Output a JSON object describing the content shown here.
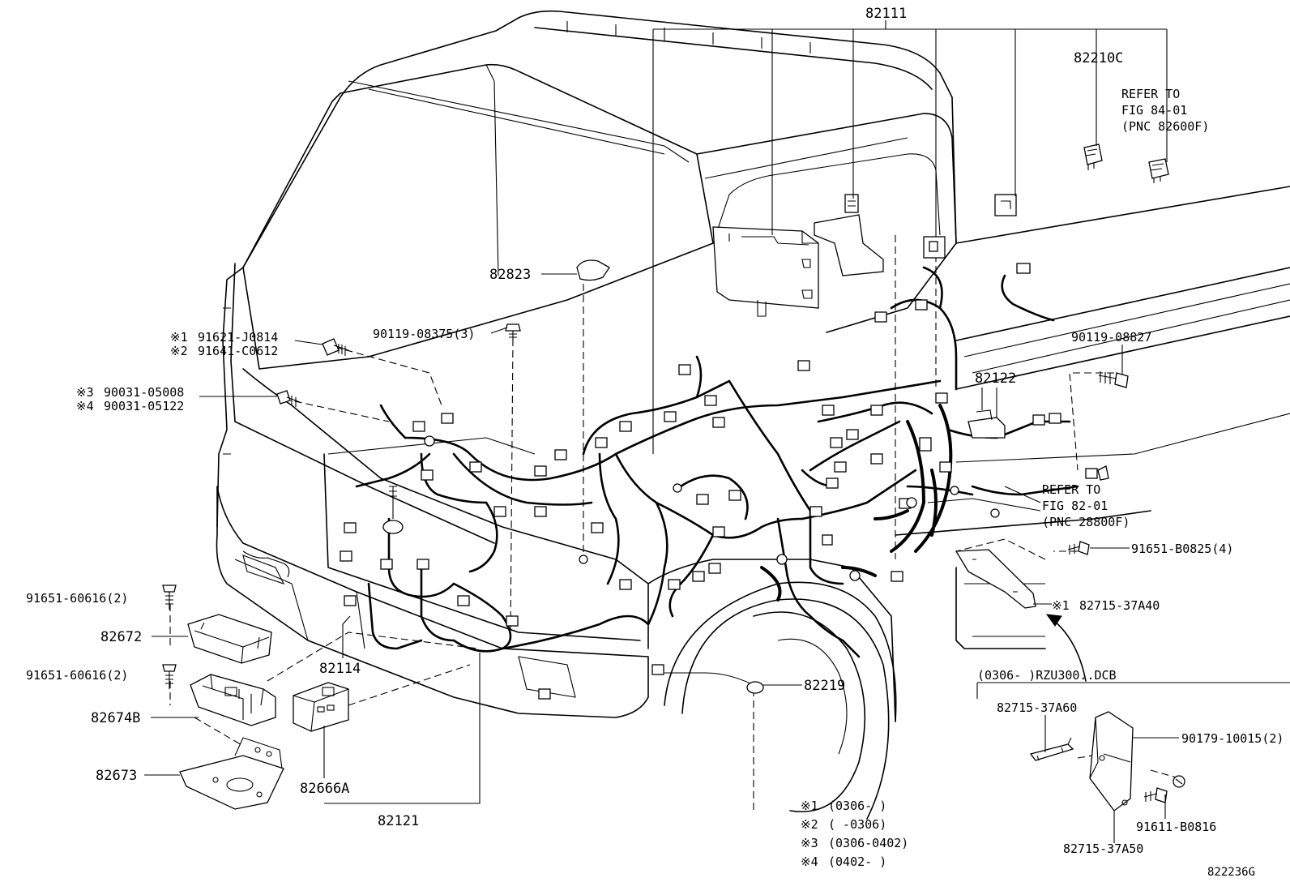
{
  "callouts": {
    "p82111": "82111",
    "p82210c": "82210C",
    "refer84_line1": "REFER TO",
    "refer84_line2": "FIG 84-01",
    "refer84_line3": "(PNC 82600F)",
    "p82823": "82823",
    "p90119_08375": "90119-08375(3)",
    "mark1_a": "※1",
    "p91621": "91621-J0814",
    "mark2_a": "※2",
    "p91641": "91641-C0612",
    "mark3_a": "※3",
    "p90031_05008": "90031-05008",
    "mark4_a": "※4",
    "p90031_05122": "90031-05122",
    "p90119_08827": "90119-08827",
    "p82122": "82122",
    "refer82_line1": "REFER TO",
    "refer82_line2": "FIG 82-01",
    "refer82_line3": "(PNC 28800F)",
    "p91651_b0825": "91651-B0825(4)",
    "mark1_b": "※1",
    "p82715_37a40": "82715-37A40",
    "p91651_60616_a": "91651-60616(2)",
    "p82672": "82672",
    "p91651_60616_b": "91651-60616(2)",
    "p82674b": "82674B",
    "p82673": "82673",
    "p82114": "82114",
    "p82219": "82219",
    "p82666a": "82666A",
    "p82121": "82121",
    "inset_header": "(0306-     )RZU300..DCB",
    "p82715_37a60": "82715-37A60",
    "p90179_10015": "90179-10015(2)",
    "p91611_b0816": "91611-B0816",
    "p82715_37a50": "82715-37A50"
  },
  "legend": [
    {
      "mark": "※1",
      "range": "(0306-     )"
    },
    {
      "mark": "※2",
      "range": "(     -0306)"
    },
    {
      "mark": "※3",
      "range": "(0306-0402)"
    },
    {
      "mark": "※4",
      "range": "(0402-     )"
    }
  ],
  "figure_id": "822236G"
}
